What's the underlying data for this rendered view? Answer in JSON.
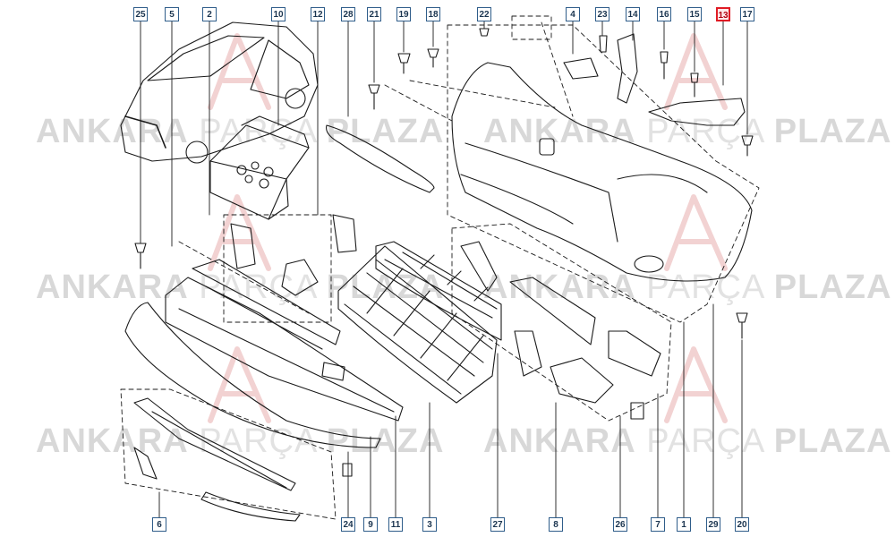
{
  "watermark": {
    "word1": "ANKARA",
    "word2": "PARÇA",
    "word3": "PLAZA"
  },
  "colors": {
    "label_border": "#2f5d8a",
    "highlight": "#e01b24",
    "line": "#1a1a1a",
    "watermark": "#d8d8d8"
  },
  "top_labels": [
    "25",
    "5",
    "2",
    "10",
    "12",
    "28",
    "21",
    "19",
    "18",
    "22",
    "4",
    "23",
    "14",
    "16",
    "15",
    "13",
    "17"
  ],
  "bottom_labels": [
    "6",
    "24",
    "9",
    "11",
    "3",
    "27",
    "8",
    "26",
    "7",
    "1",
    "29",
    "20"
  ],
  "highlighted_label": "13"
}
